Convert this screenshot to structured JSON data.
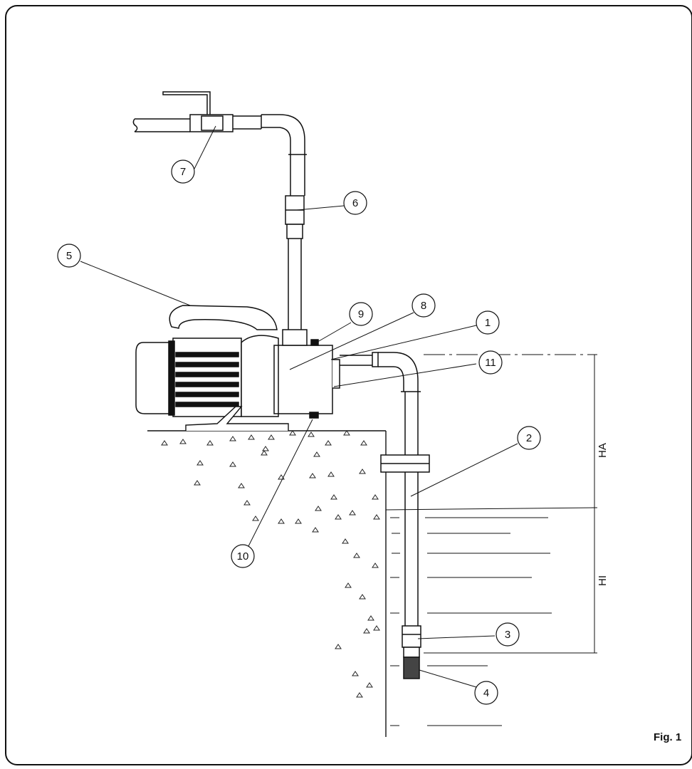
{
  "figure": {
    "label": "Fig. 1",
    "callouts": [
      "1",
      "2",
      "3",
      "4",
      "5",
      "6",
      "7",
      "8",
      "9",
      "10",
      "11"
    ],
    "dimensions": {
      "suction_lift": "HA",
      "immersion_depth": "HI"
    }
  }
}
